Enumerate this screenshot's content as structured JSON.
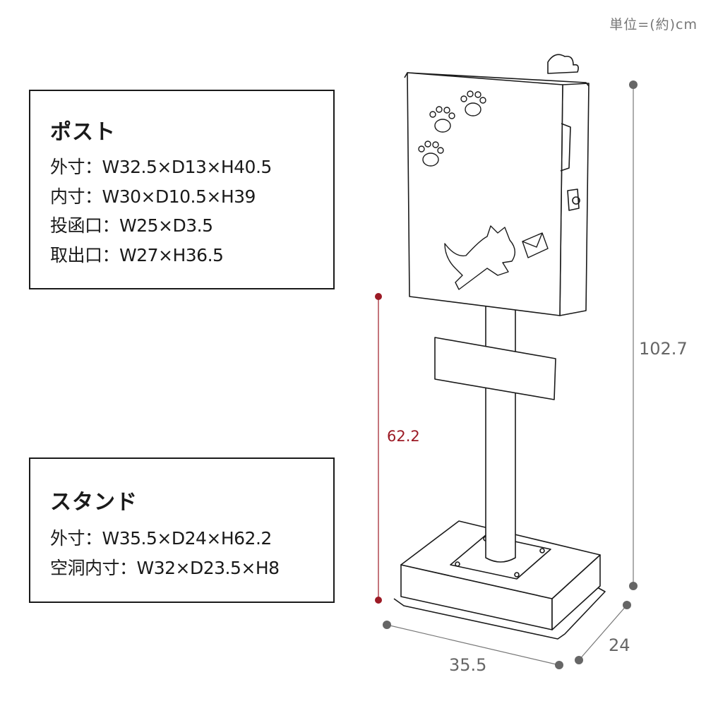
{
  "unit_note": "単位=(約)cm",
  "post": {
    "title": "ポスト",
    "lines": [
      "外寸：W32.5×D13×H40.5",
      "内寸：W30×D10.5×H39",
      "投函口：W25×D3.5",
      "取出口：W27×H36.5"
    ]
  },
  "stand": {
    "title": "スタンド",
    "lines": [
      "外寸：W35.5×D24×H62.2",
      "空洞内寸：W32×D23.5×H8"
    ]
  },
  "dimensions": {
    "stand_height": "62.2",
    "total_height": "102.7",
    "width": "35.5",
    "depth": "24"
  },
  "colors": {
    "accent_red": "#9c1a25",
    "dim_gray": "#666666",
    "outline": "#1a1a1a"
  }
}
